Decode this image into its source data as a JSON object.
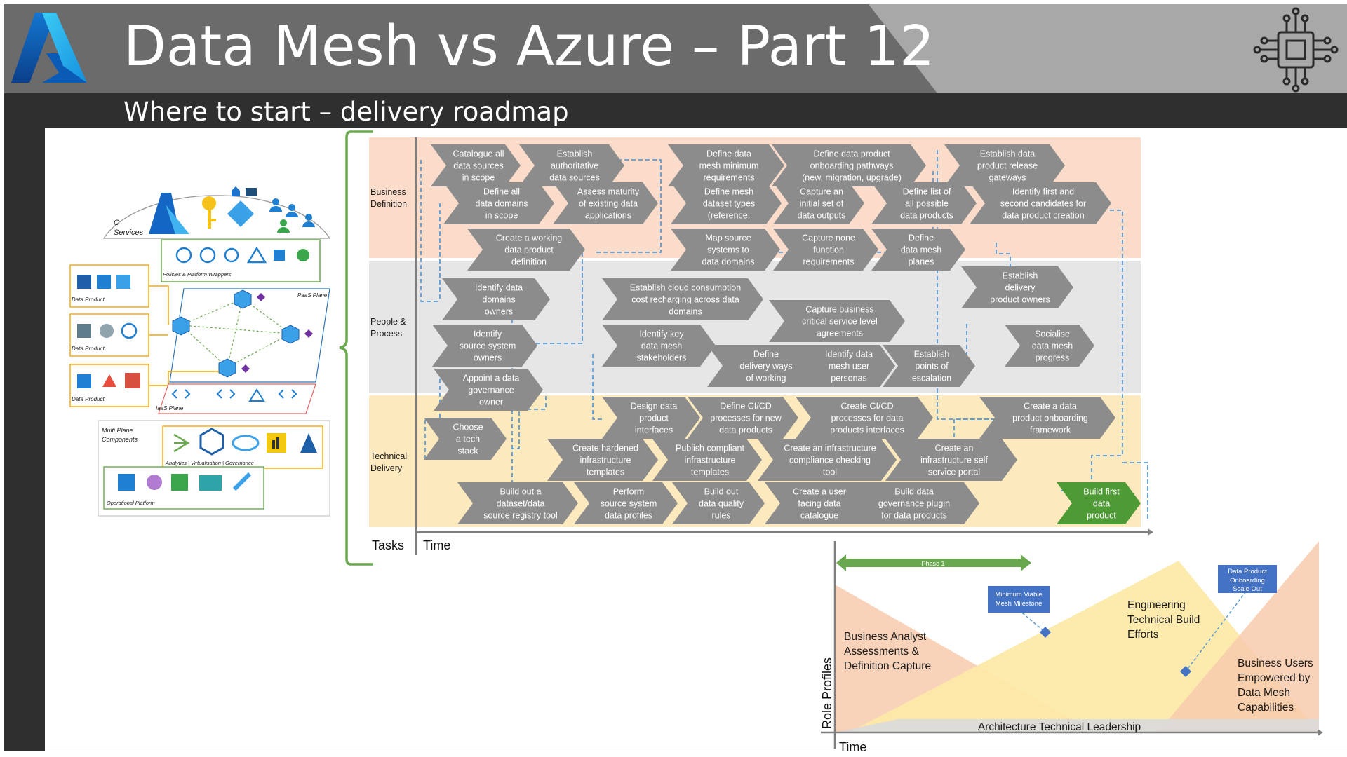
{
  "header": {
    "title": "Data Mesh vs Azure – Part 12",
    "subtitle": "Where to start – delivery roadmap"
  },
  "colors": {
    "header_dark": "#6b6b6b",
    "header_light": "#a8a8a8",
    "band": "#2f2f2f",
    "chevron": "#8c8c8c",
    "chevron_green": "#4e9a34",
    "lane_business": "#fbdcca",
    "lane_people": "#e6e6e6",
    "lane_technical": "#fde9be",
    "brace": "#6aa84f",
    "dashed_link": "#5b9bd5"
  },
  "architecture": {
    "core_services_label": "Core\nServices",
    "policies_label": "Policies & Platform Wrappers",
    "paas_plane_label": "PaaS Plane",
    "iaas_plane_label": "IaaS Plane",
    "data_product_labels": [
      "Data Product",
      "Data Product",
      "Data Product"
    ],
    "multi_plane_label": "Multi Plane\nComponents",
    "analytics_label": "Analytics | Virtualisation | Governance",
    "operational_label": "Operational Platform",
    "icons": [
      "azure-logo-icon",
      "key-icon",
      "pyramid-icon",
      "users-icon",
      "cloud-icon",
      "gauge-icon",
      "nodes-icon",
      "sql-icon",
      "cube-icon",
      "factory-icon",
      "database-icon",
      "layers-icon",
      "purview-icon",
      "powerbi-icon",
      "ml-icon",
      "lightbulb-icon"
    ]
  },
  "roadmap": {
    "lanes": [
      {
        "label": "Business\nDefinition"
      },
      {
        "label": "People &\nProcess"
      },
      {
        "label": "Technical\nDelivery"
      }
    ],
    "axis_tasks": "Tasks",
    "axis_time": "Time",
    "chevrons": [
      {
        "text": "Catalogue all\ndata sources\nin scope"
      },
      {
        "text": "Establish\nauthoritative\ndata sources"
      },
      {
        "text": "Define data\nmesh minimum\nrequirements"
      },
      {
        "text": "Define data product\nonboarding pathways\n(new, migration, upgrade)"
      },
      {
        "text": "Establish data\nproduct release\ngateways"
      },
      {
        "text": "Define all\ndata domains\nin scope"
      },
      {
        "text": "Assess maturity\nof existing data\napplications"
      },
      {
        "text": "Define mesh\ndataset types\n(reference,"
      },
      {
        "text": "Capture an\ninitial set of\ndata outputs"
      },
      {
        "text": "Define list of\nall possible\ndata products"
      },
      {
        "text": "Identify first and\nsecond candidates for\ndata product creation"
      },
      {
        "text": "Create a working\ndata product\ndefinition"
      },
      {
        "text": "Map source\nsystems to\ndata domains"
      },
      {
        "text": "Capture none\nfunction\nrequirements"
      },
      {
        "text": "Define\ndata mesh\nplanes"
      },
      {
        "text": "Establish\ndelivery\nproduct owners"
      },
      {
        "text": "Identify data\ndomains\nowners"
      },
      {
        "text": "Establish cloud consumption\ncost recharging across data\ndomains"
      },
      {
        "text": "Capture business\ncritical service level\nagreements"
      },
      {
        "text": "Identify\nsource system\nowners"
      },
      {
        "text": "Identify key\ndata mesh\nstakeholders"
      },
      {
        "text": "Define\ndelivery ways\nof working"
      },
      {
        "text": "Identify data\nmesh user\npersonas"
      },
      {
        "text": "Establish\npoints of\nescalation"
      },
      {
        "text": "Socialise\ndata mesh\nprogress"
      },
      {
        "text": "Appoint a data\ngovernance\nowner"
      },
      {
        "text": "Design data\nproduct\ninterfaces"
      },
      {
        "text": "Define CI/CD\nprocesses for new\ndata products"
      },
      {
        "text": "Create CI/CD\nprocesses for data\nproducts interfaces"
      },
      {
        "text": "Create a data\nproduct onboarding\nframework"
      },
      {
        "text": "Choose\na tech\nstack"
      },
      {
        "text": "Create hardened\ninfrastructure\ntemplates"
      },
      {
        "text": "Publish compliant\ninfrastructure\ntemplates"
      },
      {
        "text": "Create an infrastructure\ncompliance checking\ntool"
      },
      {
        "text": "Create an\ninfrastructure self\nservice portal"
      },
      {
        "text": "Build out a\ndataset/data\nsource registry tool"
      },
      {
        "text": "Perform\nsource system\ndata profiles"
      },
      {
        "text": "Build out\ndata quality\nrules"
      },
      {
        "text": "Create a user\nfacing data\ncatalogue"
      },
      {
        "text": "Build data\ngovernance plugin\nfor data products"
      },
      {
        "text": "Build first\ndata\nproduct"
      }
    ]
  },
  "roles_chart": {
    "y_label": "Role Profiles",
    "x_label": "Time",
    "phase_label": "Phase 1",
    "business_analyst": "Business Analyst\nAssessments &\nDefinition Capture",
    "engineering": "Engineering\nTechnical Build\nEfforts",
    "business_users": "Business Users\nEmpowered by\nData Mesh\nCapabilities",
    "architecture": "Architecture Technical Leadership",
    "milestone_1": "Minimum Viable\nMesh Milestone",
    "milestone_2": "Data Product\nOnboarding\nScale Out"
  }
}
